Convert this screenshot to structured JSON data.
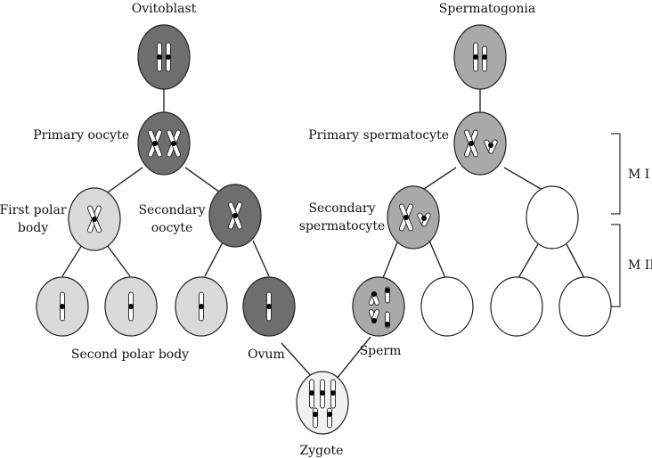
{
  "labels": {
    "ovitoblast": "Ovitoblast",
    "spermatogonia": "Spermatogonia",
    "primary_oocyte": "Primary oocyte",
    "primary_spermatocyte": "Primary spermatocyte",
    "first_polar_body_line1": "First polar",
    "first_polar_body_line2": "body",
    "secondary_oocyte_line1": "Secondary",
    "secondary_oocyte_line2": "oocyte",
    "secondary_spermatocyte_line1": "Secondary",
    "secondary_spermatocyte_line2": "spermatocyte",
    "second_polar_body": "Second polar body",
    "ovum": "Ovum",
    "sperm": "Sperm",
    "zygote": "Zygote",
    "meiosis_1": "M I",
    "meiosis_2": "M II"
  },
  "colors": {
    "dark_cell": "#6e6e6e",
    "mid_cell": "#a9a9a9",
    "light_cell": "#dadada",
    "zygote_cell": "#f1f1f1",
    "empty_cell": "#ffffff"
  }
}
